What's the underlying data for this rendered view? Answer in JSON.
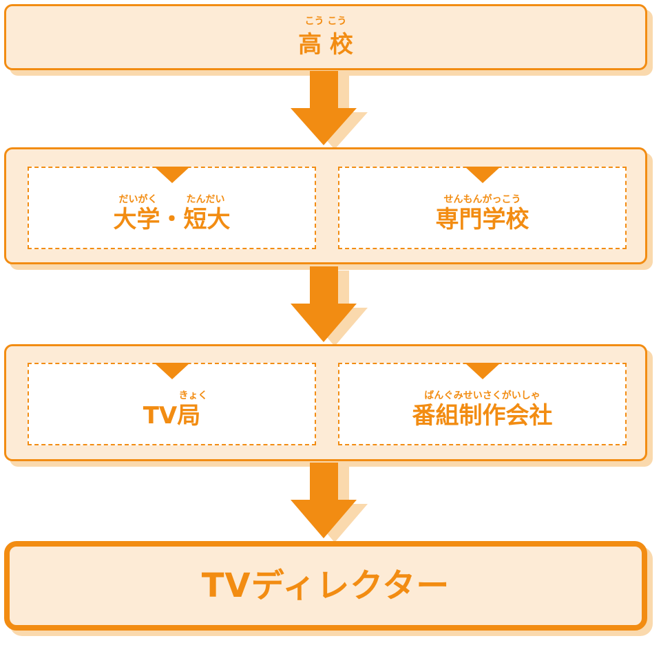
{
  "colors": {
    "accent": "#f28c12",
    "panel_fill": "#fdebd6",
    "shadow": "#fad9ad",
    "box_fill": "#ffffff"
  },
  "high_school": {
    "ruby": "こう こう",
    "label": "高 校"
  },
  "higher_education": {
    "left": {
      "ruby": "だいがく　　　たんだい",
      "label": "大学・短大"
    },
    "right": {
      "ruby": "せんもんがっこう",
      "label": "専門学校"
    }
  },
  "employer": {
    "left": {
      "ruby": "きょく",
      "label": "TV局"
    },
    "right": {
      "ruby": "ばんぐみせいさくがいしゃ",
      "label": "番組制作会社"
    }
  },
  "goal": {
    "label": "TVディレクター"
  }
}
